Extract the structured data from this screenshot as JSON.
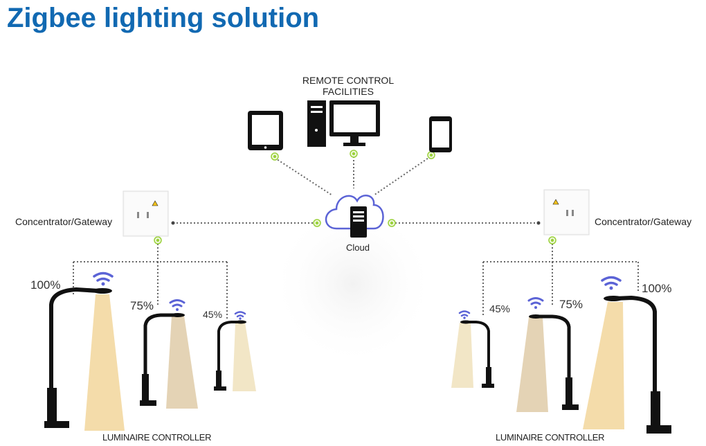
{
  "title": "Zigbee lighting solution",
  "remote_control": {
    "line1": "REMOTE CONTROL",
    "line2": "FACILITIES"
  },
  "gateway_left": "Concentrator/Gateway",
  "gateway_right": "Concentrator/Gateway",
  "cloud_label": "Cloud",
  "left_levels": [
    "100%",
    "75%",
    "45%"
  ],
  "right_levels": [
    "45%",
    "75%",
    "100%"
  ],
  "controller_label_left": "LUMINAIRE CONTROLLER",
  "controller_label_right": "LUMINAIRE CONTROLLER",
  "colors": {
    "title": "#1169b2",
    "connector_dot": "#9ad13a",
    "wifi": "#5b63d6",
    "beam_100": "#f4dcaa",
    "beam_75": "#e4d3b5",
    "beam_45": "#f2e6c6"
  }
}
